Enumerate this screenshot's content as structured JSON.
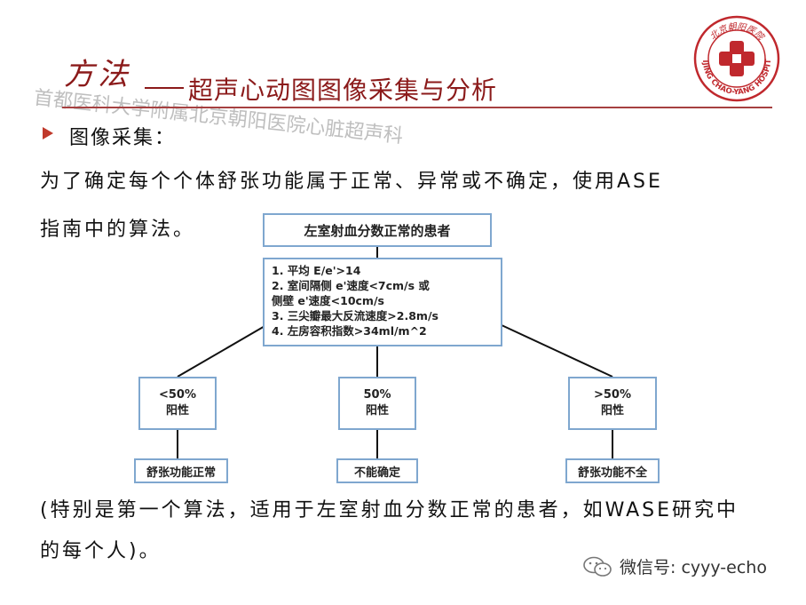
{
  "header": {
    "title_main": "方法",
    "title_sub": "超声心动图图像采集与分析",
    "watermark": "首都医科大学附属北京朝阳医院心脏超声科"
  },
  "logo": {
    "arc_text": "BEIJING CHAO-YANG HOSPITAL",
    "top_text": "北京朝阳医院",
    "brand_color": "#c0282d"
  },
  "content": {
    "bullet": "图像采集：",
    "para1_line1": "为了确定每个个体舒张功能属于正常、异常或不确定，使用ASE",
    "para1_line2": "指南中的算法。",
    "para2_line1": "(特别是第一个算法，适用于左室射血分数正常的患者，如WASE研究中",
    "para2_line2": "的每个人)。"
  },
  "flowchart": {
    "top_box": "左室射血分数正常的患者",
    "criteria": [
      "1.  平均 E/e'>14",
      "2.  室间隔侧 e'速度<7cm/s 或",
      "     侧壁  e'速度<10cm/s",
      "3.  三尖瓣最大反流速度>2.8m/s",
      "4.  左房容积指数>34ml/m^2"
    ],
    "branches": [
      {
        "condition": "<50%",
        "sub": "阳性",
        "result": "舒张功能正常"
      },
      {
        "condition": "50%",
        "sub": "阳性",
        "result": "不能确定"
      },
      {
        "condition": ">50%",
        "sub": "阳性",
        "result": "舒张功能不全"
      }
    ],
    "box_border_color": "#7fa7cf"
  },
  "footer": {
    "wechat_label": "微信号: cyyy-echo"
  }
}
